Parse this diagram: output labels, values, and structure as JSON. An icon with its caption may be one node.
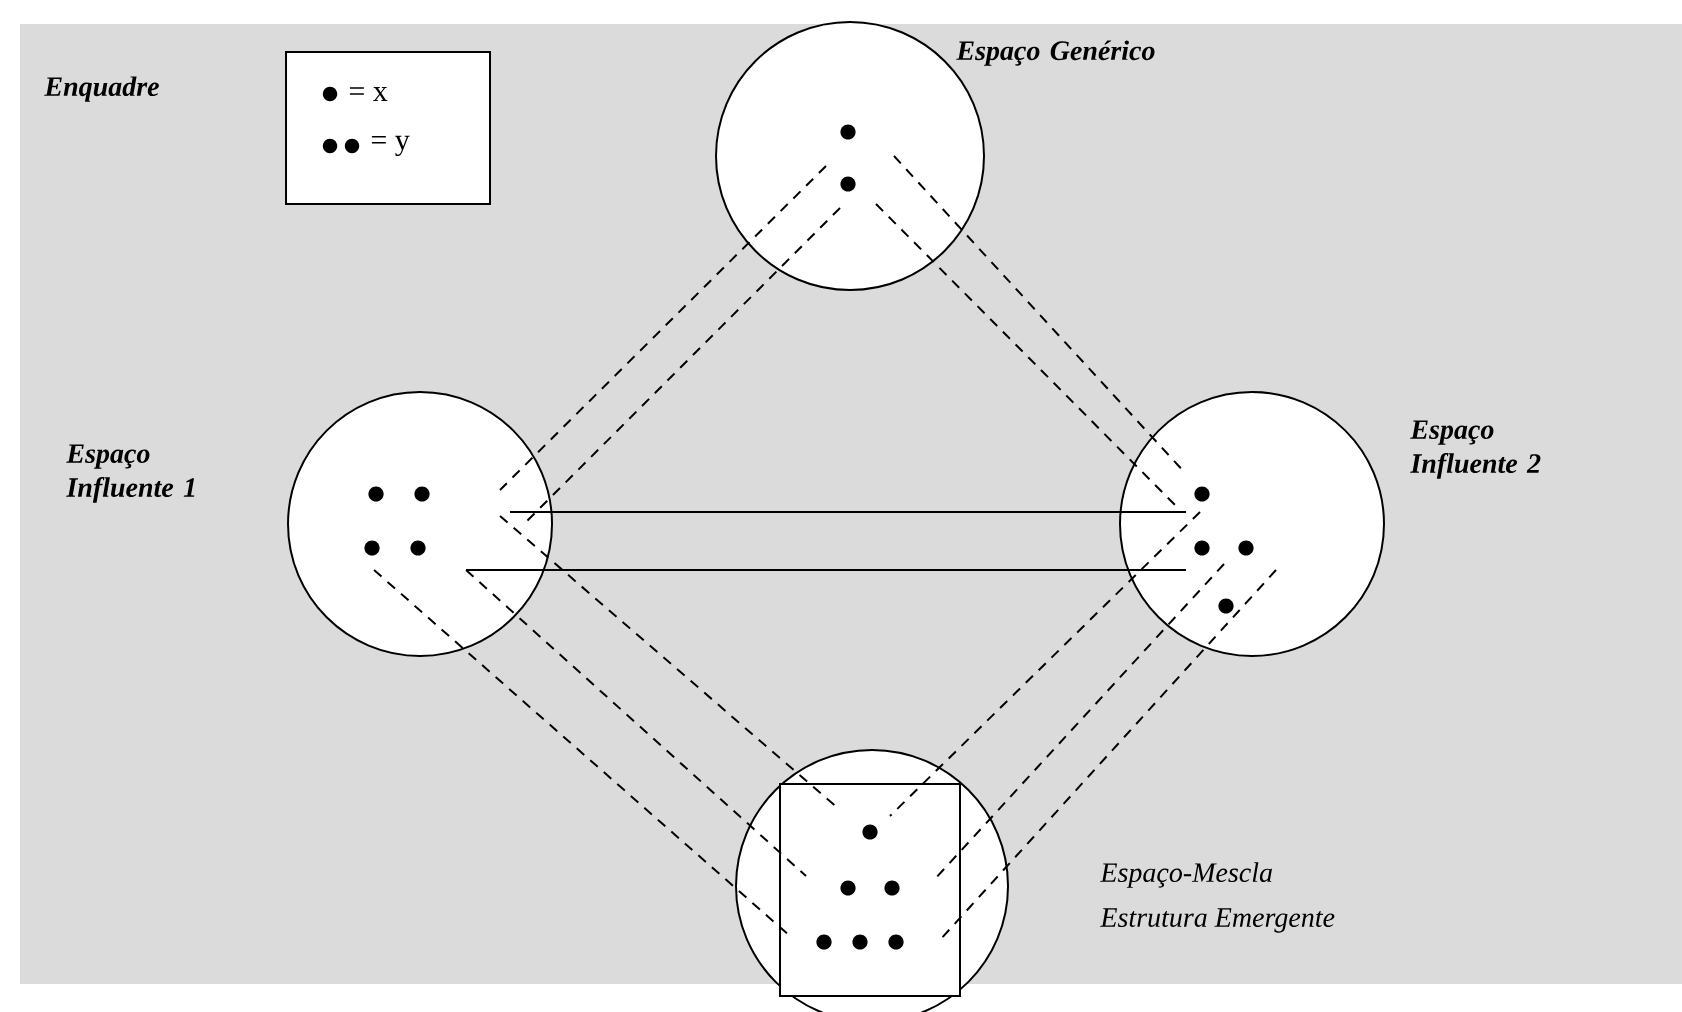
{
  "diagram": {
    "nodes": [
      {
        "text": [
          "Espaço Genérico"
        ]
      },
      {
        "text": [
          "Espaço Influente 1"
        ]
      },
      {
        "text": [
          "Espaço Influente 2"
        ]
      },
      {
        "text": [
          "Espaço-Mescla",
          "Estrutura Emergente"
        ]
      },
      {
        "text": [],
        "shape": "box",
        "in": 3
      }
    ],
    "edges": [
      {
        "from": 0,
        "to": 1,
        "arrow": "none",
        "style": "dashed"
      },
      {
        "from": 0,
        "to": 1,
        "arrow": "none",
        "style": "dashed"
      },
      {
        "from": 0,
        "to": 2,
        "arrow": "none",
        "style": "dashed"
      },
      {
        "from": 0,
        "to": 2,
        "arrow": "none",
        "style": "dashed"
      },
      {
        "from": 1,
        "to": 2,
        "arrow": "none"
      },
      {
        "from": 1,
        "to": 2,
        "arrow": "none"
      },
      {
        "from": 1,
        "to": 4,
        "arrow": "none",
        "style": "dashed"
      },
      {
        "from": 1,
        "to": 4,
        "arrow": "none",
        "style": "dashed"
      },
      {
        "from": 1,
        "to": 4,
        "arrow": "none",
        "style": "dashed"
      },
      {
        "from": 2,
        "to": 4,
        "arrow": "none",
        "style": "dashed"
      },
      {
        "from": 2,
        "to": 4,
        "arrow": "none",
        "style": "dashed"
      },
      {
        "from": 2,
        "to": 4,
        "arrow": "none",
        "style": "dashed"
      }
    ],
    "labels": [
      "Enquadre"
    ],
    "legend": [
      {
        "text": "= x"
      },
      {
        "text": "= y"
      }
    ]
  }
}
